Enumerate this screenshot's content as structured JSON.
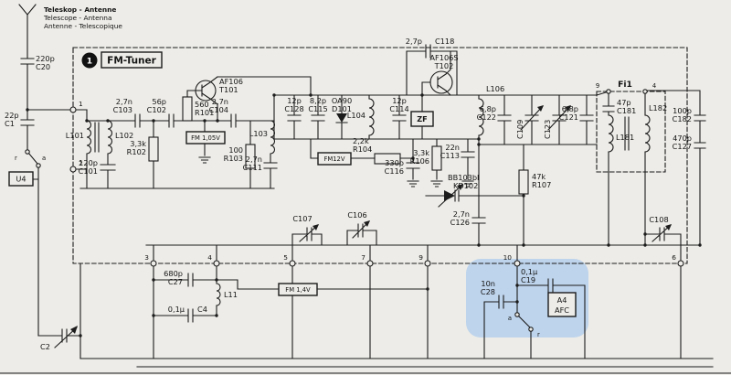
{
  "header": {
    "badge": "1",
    "title": "FM-Tuner",
    "antenna": {
      "l1": "Teleskop - Antenne",
      "l2": "Telescope - Antenna",
      "l3": "Antenne - Telescopique"
    }
  },
  "colors": {
    "paper": "#edece8",
    "ink": "#1c1c1c",
    "highlight": "#9fc4ef"
  },
  "boxes": {
    "u4": "U4",
    "zf": "ZF",
    "fm105": "FM 1,05V",
    "fm12": "FM12V",
    "fm14": "FM 1,4V",
    "afc_line1": "A4",
    "afc_line2": "AFC"
  },
  "terminals": {
    "t1": "1",
    "t2": "2",
    "t3": "3",
    "t4": "4",
    "t5": "5",
    "t7": "7",
    "t9": "9",
    "t10": "10",
    "t6": "6"
  },
  "switch": {
    "main_a": "a",
    "main_r": "r",
    "afc_a": "a",
    "afc_r": "r"
  },
  "components": {
    "c20": {
      "v": "220p",
      "n": "C20"
    },
    "c1": {
      "v": "22p",
      "n": "C1"
    },
    "l101": {
      "n": "L101"
    },
    "l102": {
      "n": "L102"
    },
    "c103": {
      "v": "2,7n",
      "n": "C103"
    },
    "c101": {
      "v": "120p",
      "n": "C101"
    },
    "r102": {
      "v": "3,3k",
      "n": "R102"
    },
    "c102": {
      "v": "56p",
      "n": "C102"
    },
    "r101": {
      "v": "560",
      "n": "R101"
    },
    "t101": {
      "v": "AF106",
      "n": "T101"
    },
    "c104": {
      "v": "2,7n",
      "n": "C104"
    },
    "l103": {
      "n": "L103"
    },
    "r103": {
      "v": "100",
      "n": "R103"
    },
    "c111": {
      "v": "2,7n",
      "n": "C111"
    },
    "c128": {
      "v": "12p",
      "n": "C128"
    },
    "c115": {
      "v": "8,2p",
      "n": "C115"
    },
    "d101": {
      "v": "OA90",
      "n": "D101"
    },
    "l104": {
      "n": "L104"
    },
    "c114": {
      "v": "12p",
      "n": "C114"
    },
    "c118": {
      "v": "2,7p",
      "n": "C118"
    },
    "t102": {
      "v": "AF106S",
      "n": "T102"
    },
    "c116": {
      "v": "330p",
      "n": "C116"
    },
    "r106": {
      "v": "3,3k",
      "n": "R106"
    },
    "c113": {
      "v": "22n",
      "n": "C113"
    },
    "r104": {
      "v": "2,2k",
      "n": "R104"
    },
    "l106": {
      "n": "L106"
    },
    "c122": {
      "v": "6,8p",
      "n": "C122"
    },
    "c109": {
      "n": "C109"
    },
    "c123": {
      "n": "C123"
    },
    "c121": {
      "v": "6,8p",
      "n": "C121"
    },
    "fi1": {
      "n": "Fi1",
      "pin_left": "9",
      "pin_right": "4"
    },
    "c181": {
      "v": "47p",
      "n": "C181"
    },
    "l181": {
      "n": "L181"
    },
    "l182": {
      "n": "L182"
    },
    "c182": {
      "v": "100p",
      "n": "C182"
    },
    "c127": {
      "v": "470p",
      "n": "C127"
    },
    "kd102": {
      "v": "BB103bI",
      "n": "KD102"
    },
    "r107": {
      "v": "47k",
      "n": "R107"
    },
    "c126": {
      "v": "2,7n",
      "n": "C126"
    },
    "c107": {
      "n": "C107"
    },
    "c106": {
      "n": "C106"
    },
    "c108": {
      "n": "C108"
    },
    "c27": {
      "v": "680p",
      "n": "C27"
    },
    "l11": {
      "n": "L11"
    },
    "c4": {
      "v": "0,1µ",
      "n": "C4"
    },
    "c19": {
      "v": "0,1µ",
      "n": "C19"
    },
    "c28": {
      "v": "10n",
      "n": "C28"
    },
    "c2": {
      "n": "C2"
    }
  }
}
